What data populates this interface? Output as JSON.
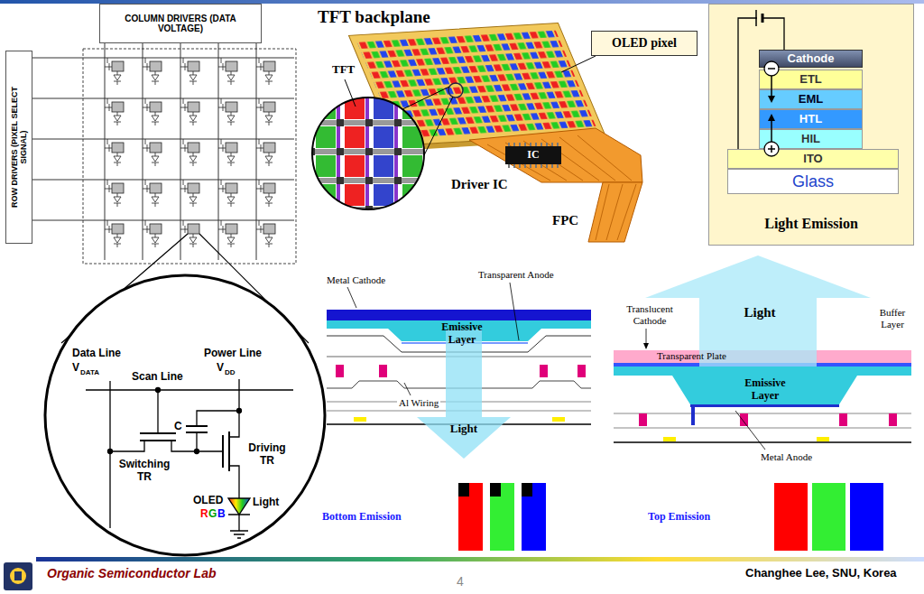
{
  "diagram": {
    "nodes": [
      {
        "text": [
          "COLUMN DRIVERS (DATA VOLTAGE)"
        ]
      },
      {
        "text": [
          "ROW DRIVERS (PIXEL SELECT SIGNAL)"
        ]
      },
      {
        "text": [
          "OLED pixel"
        ]
      },
      {
        "text": [
          "Light Emission"
        ]
      },
      {
        "text": [
          "Cathode"
        ],
        "in": 3
      },
      {
        "text": [
          "ETL"
        ],
        "in": 3
      },
      {
        "text": [
          "EML"
        ],
        "in": 3
      },
      {
        "text": [
          "HTL"
        ],
        "in": 3
      },
      {
        "text": [
          "HIL"
        ],
        "in": 3
      },
      {
        "text": [
          "ITO"
        ],
        "in": 3
      },
      {
        "text": [
          "Glass"
        ],
        "in": 3
      }
    ],
    "edges": [
      {
        "from": 9,
        "to": 4,
        "arrow": "none"
      }
    ],
    "labels": [
      "TFT backplane",
      "TFT",
      "Driver IC",
      "IC",
      "FPC",
      "Data Line",
      "V",
      "DATA",
      "Power Line",
      "V",
      "DD",
      "Scan Line",
      "C",
      "Switching TR",
      "Driving TR",
      "OLED",
      "R",
      "G",
      "B",
      "Light",
      "Metal Cathode",
      "Transparent Anode",
      "Emissive Layer",
      "Light",
      "Al Wiring",
      "Bottom Emission",
      "Translucent Cathode",
      "Light",
      "Buffer Layer",
      "Transparent Plate",
      "Emissive Layer",
      "Metal Anode",
      "Top Emission",
      "Organic Semiconductor Lab",
      "4",
      "Changhee Lee, SNU, Korea"
    ]
  }
}
